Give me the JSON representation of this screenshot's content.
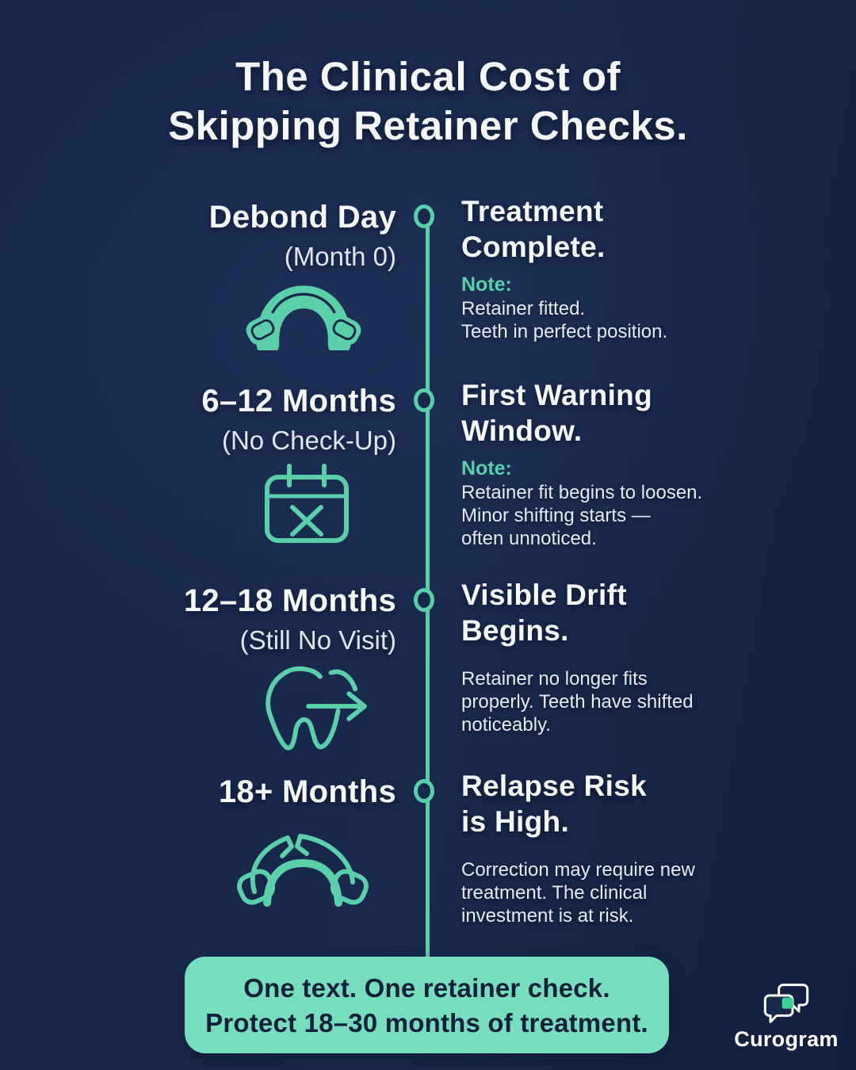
{
  "title": {
    "line1": "The Clinical Cost of",
    "line2": "Skipping Retainer Checks."
  },
  "timeline": {
    "items": [
      {
        "label": "Debond Day",
        "sublabel": "(Month 0)",
        "icon": "retainer-icon",
        "heading": [
          "Treatment",
          "Complete."
        ],
        "note_label": "Note:",
        "body": [
          "Retainer fitted.",
          "Teeth in perfect position."
        ]
      },
      {
        "label": "6–12 Months",
        "sublabel": "(No Check-Up)",
        "icon": "calendar-x-icon",
        "heading": [
          "First Warning",
          "Window."
        ],
        "note_label": "Note:",
        "body": [
          "Retainer fit begins to loosen.",
          "Minor shifting starts —",
          "often unnoticed."
        ]
      },
      {
        "label": "12–18 Months",
        "sublabel": "(Still No Visit)",
        "icon": "tooth-shift-icon",
        "heading": [
          "Visible Drift",
          "Begins."
        ],
        "body": [
          "Retainer no longer fits",
          "properly. Teeth have shifted",
          "noticeably."
        ]
      },
      {
        "label": "18+ Months",
        "sublabel": "",
        "icon": "broken-retainer-icon",
        "heading": [
          "Relapse Risk",
          "is High."
        ],
        "body": [
          "Correction may require new",
          "treatment. The clinical",
          "investment is at risk."
        ]
      }
    ]
  },
  "banner": {
    "line1": "One text. One retainer check.",
    "line2": "Protect 18–30 months of treatment."
  },
  "logo": {
    "icon": "chat-bubbles-icon",
    "name": "Curogram"
  },
  "colors": {
    "background": "#17284a",
    "accent_teal": "#57d0a8",
    "banner_mint": "#76debe",
    "banner_text": "#0f2038",
    "heading_text": "#f6f8fa"
  }
}
